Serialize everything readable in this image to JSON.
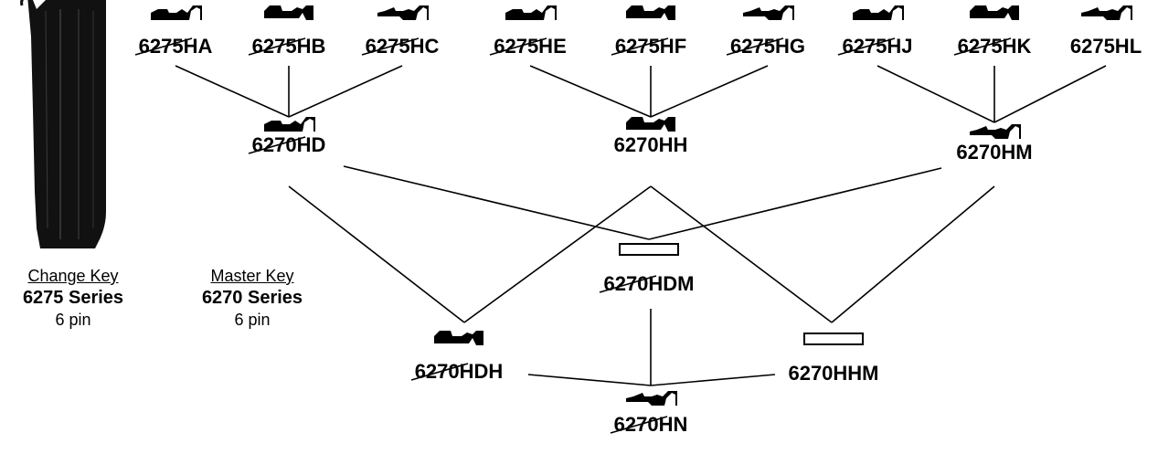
{
  "legend": {
    "change_key": {
      "title": "Change Key",
      "series": "6275 Series",
      "pins": "6 pin"
    },
    "master_key": {
      "title": "Master Key",
      "series": "6270 Series",
      "pins": "6 pin"
    }
  },
  "change_keys": [
    "6275HA",
    "6275HB",
    "6275HC",
    "6275HE",
    "6275HF",
    "6275HG",
    "6275HJ",
    "6275HK",
    "6275HL"
  ],
  "master_keys": {
    "hd": "6270HD",
    "hh": "6270HH",
    "hm": "6270HM",
    "hdm": "6270HDM",
    "hdh": "6270HDH",
    "hhm": "6270HHM",
    "hn": "6270HN"
  }
}
